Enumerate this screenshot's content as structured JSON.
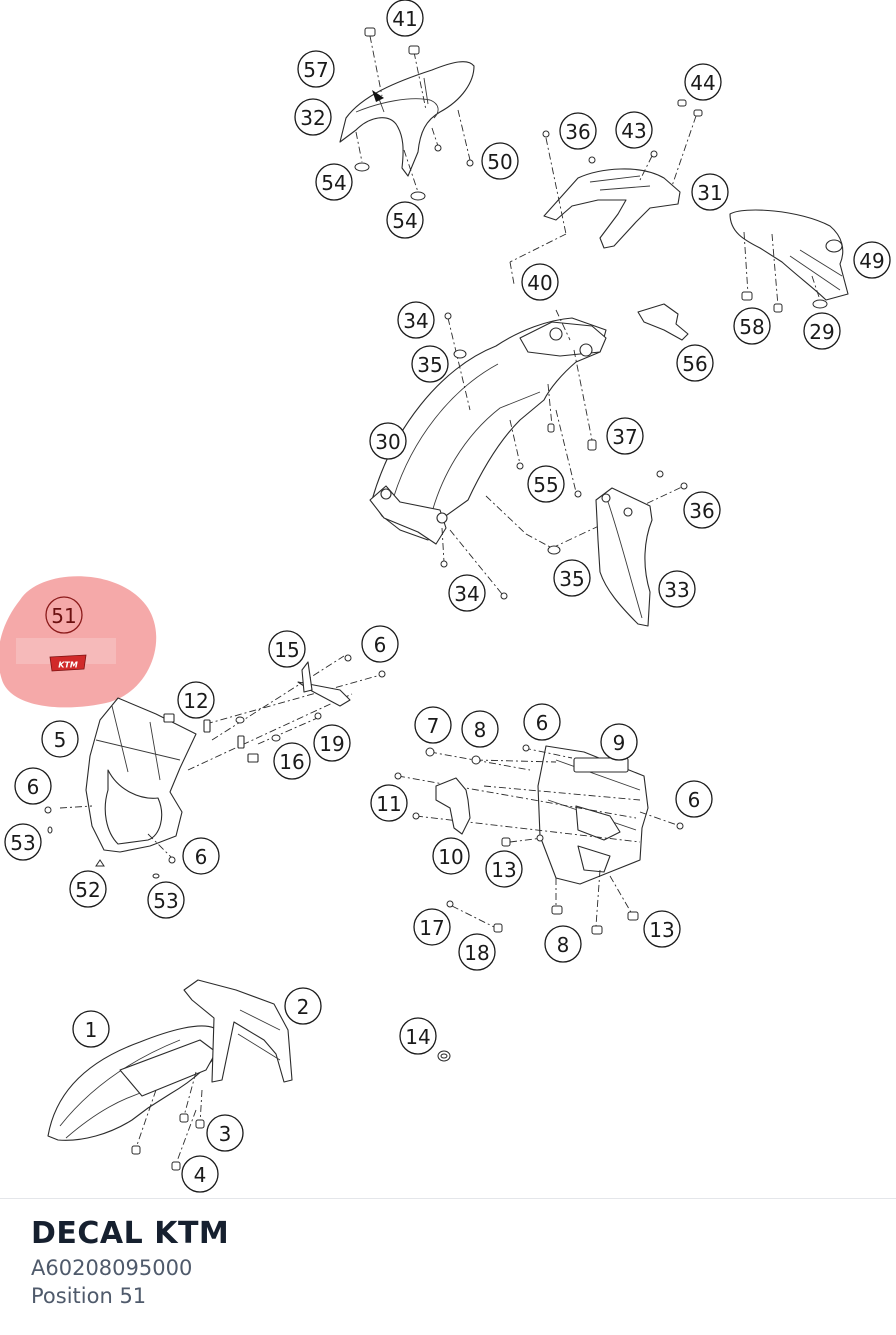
{
  "part": {
    "name": "DECAL KTM",
    "number": "A60208095000",
    "position": "Position 51"
  },
  "diagram": {
    "highlight_color": "#f08f8f",
    "selected_callout": "51",
    "decal_text": "KTM",
    "callouts": [
      "41",
      "57",
      "32",
      "54",
      "54",
      "50",
      "36",
      "43",
      "44",
      "31",
      "49",
      "40",
      "34",
      "35",
      "58",
      "29",
      "56",
      "30",
      "37",
      "55",
      "36",
      "35",
      "33",
      "34",
      "51",
      "15",
      "6",
      "12",
      "5",
      "6",
      "53",
      "52",
      "53",
      "6",
      "19",
      "16",
      "7",
      "8",
      "6",
      "9",
      "6",
      "11",
      "10",
      "13",
      "13",
      "17",
      "18",
      "8",
      "1",
      "2",
      "14",
      "3",
      "4"
    ]
  }
}
